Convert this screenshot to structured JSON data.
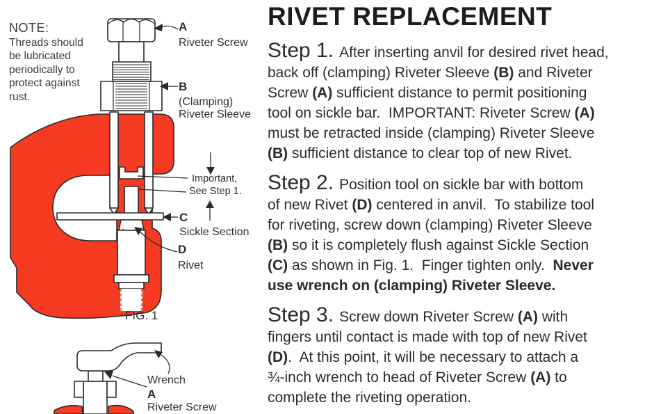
{
  "diagram": {
    "note": {
      "title": "NOTE:",
      "lines": [
        "Threads should",
        "be lubricated",
        "periodically to",
        "protect against",
        "rust."
      ]
    },
    "callouts": {
      "a": {
        "letter": "A",
        "name": "Riveter Screw"
      },
      "b": {
        "letter": "B",
        "name_line1": "(Clamping)",
        "name_line2": "Riveter Sleeve"
      },
      "important": {
        "line1": "Important,",
        "line2": "See Step 1."
      },
      "c": {
        "letter": "C",
        "name": "Sickle Section"
      },
      "d": {
        "letter": "D",
        "name": "Rivet"
      },
      "fig_caption": "FIG. 1",
      "wrench": "Wrench",
      "a2": {
        "letter": "A",
        "name": "Riveter Screw"
      }
    },
    "colors": {
      "frame_red": "#f73b22",
      "outline": "#2a2a2a"
    }
  },
  "article": {
    "title": "RIVET REPLACEMENT",
    "steps": [
      {
        "heading": "Step 1.",
        "segments": [
          {
            "t": "After inserting anvil for desired rivet head,\nback off (clamping) Riveter Sleeve ",
            "b": false
          },
          {
            "t": "(B)",
            "b": true
          },
          {
            "t": " and Riveter\nScrew ",
            "b": false
          },
          {
            "t": "(A)",
            "b": true
          },
          {
            "t": " sufficient distance to permit positioning\ntool on sickle bar.  IMPORTANT: Riveter Screw ",
            "b": false
          },
          {
            "t": "(A)",
            "b": true
          },
          {
            "t": "\nmust be retracted inside (clamping) Riveter Sleeve\n",
            "b": false
          },
          {
            "t": "(B)",
            "b": true
          },
          {
            "t": " sufficient distance to clear top of new Rivet.",
            "b": false
          }
        ]
      },
      {
        "heading": "Step 2.",
        "segments": [
          {
            "t": "Position tool on sickle bar with bottom\nof new Rivet ",
            "b": false
          },
          {
            "t": "(D)",
            "b": true
          },
          {
            "t": " centered in anvil.  To stabilize tool\nfor riveting, screw down (clamping) Riveter Sleeve\n",
            "b": false
          },
          {
            "t": "(B)",
            "b": true
          },
          {
            "t": " so it is completely flush against Sickle Section\n",
            "b": false
          },
          {
            "t": "(C)",
            "b": true
          },
          {
            "t": " as shown in Fig. 1.  Finger tighten only.  ",
            "b": false
          },
          {
            "t": "Never\nuse wrench on (clamping) Riveter Sleeve.",
            "b": true
          }
        ]
      },
      {
        "heading": "Step 3.",
        "segments": [
          {
            "t": "Screw down Riveter Screw ",
            "b": false
          },
          {
            "t": "(A)",
            "b": true
          },
          {
            "t": " with\nfingers until contact is made with top of new Rivet\n",
            "b": false
          },
          {
            "t": "(D)",
            "b": true
          },
          {
            "t": ".  At this point, it will be necessary to attach a\n¾-inch wrench to head of Riveter Screw ",
            "b": false
          },
          {
            "t": "(A)",
            "b": true
          },
          {
            "t": " to\ncomplete the riveting operation.",
            "b": false
          }
        ]
      }
    ]
  }
}
